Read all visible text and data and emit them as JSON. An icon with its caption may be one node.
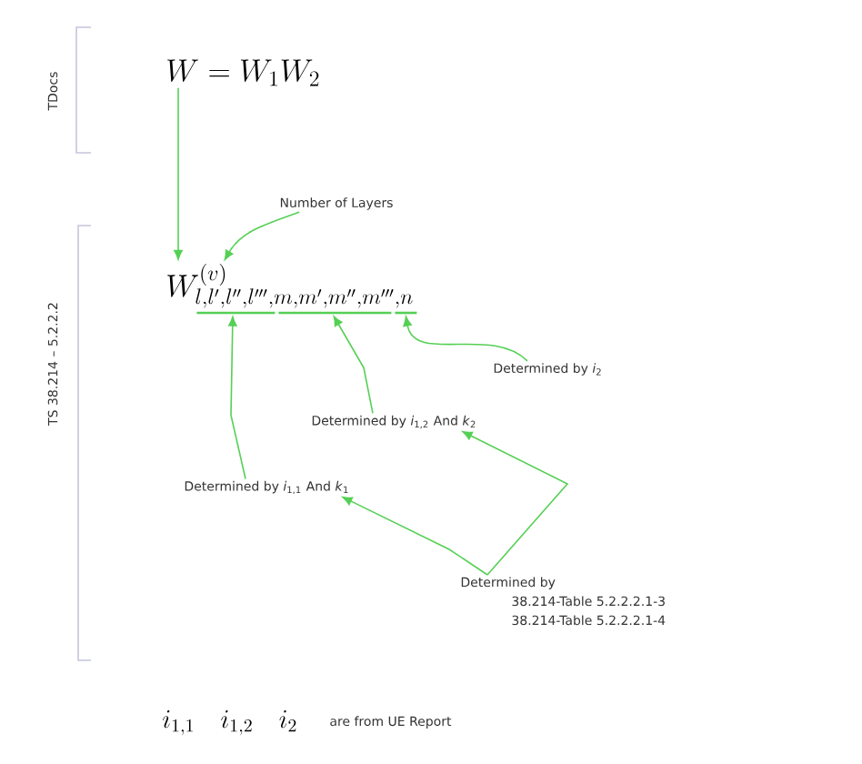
{
  "diagram": {
    "nodes": [
      {
        "text": [
          "W = W_1 W_2"
        ]
      },
      {
        "text": [
          "W^{(v)}_{l,l',l'',l''',m,m',m'',m''',n}"
        ]
      },
      {
        "text": [
          "Number of Layers"
        ]
      },
      {
        "text": [],
        "shape": "bar"
      },
      {
        "text": [],
        "shape": "bar"
      },
      {
        "text": [],
        "shape": "bar"
      },
      {
        "text": [
          "Determined by *i*$_{2}$"
        ]
      },
      {
        "text": [
          "Determined by *i*$_{1,2}$ And *k*$_{2}$"
        ]
      },
      {
        "text": [
          "Determined by *i*$_{1,1}$ And *k*$_{1}$"
        ]
      },
      {
        "text": [
          "Determined by",
          "38.214-Table 5.2.2.2.1-3",
          "38.214-Table 5.2.2.2.1-4"
        ]
      }
    ],
    "edges": [
      {
        "from": 0,
        "to": 1,
        "arrow": "to"
      },
      {
        "from": 2,
        "to": 1,
        "arrow": "to"
      },
      {
        "from": 8,
        "to": 3,
        "arrow": "to"
      },
      {
        "from": 7,
        "to": 4,
        "arrow": "to"
      },
      {
        "from": 6,
        "to": 5,
        "arrow": "to"
      },
      {
        "from": 9,
        "to": 8,
        "arrow": "to"
      },
      {
        "from": 9,
        "to": 7,
        "arrow": "to"
      }
    ],
    "labels": [
      "TDocs",
      "TS 38.214 – 5.2.2.2",
      "i_{1,1}\\quad i_{1,2}\\quad i_2",
      "are from UE Report"
    ]
  }
}
